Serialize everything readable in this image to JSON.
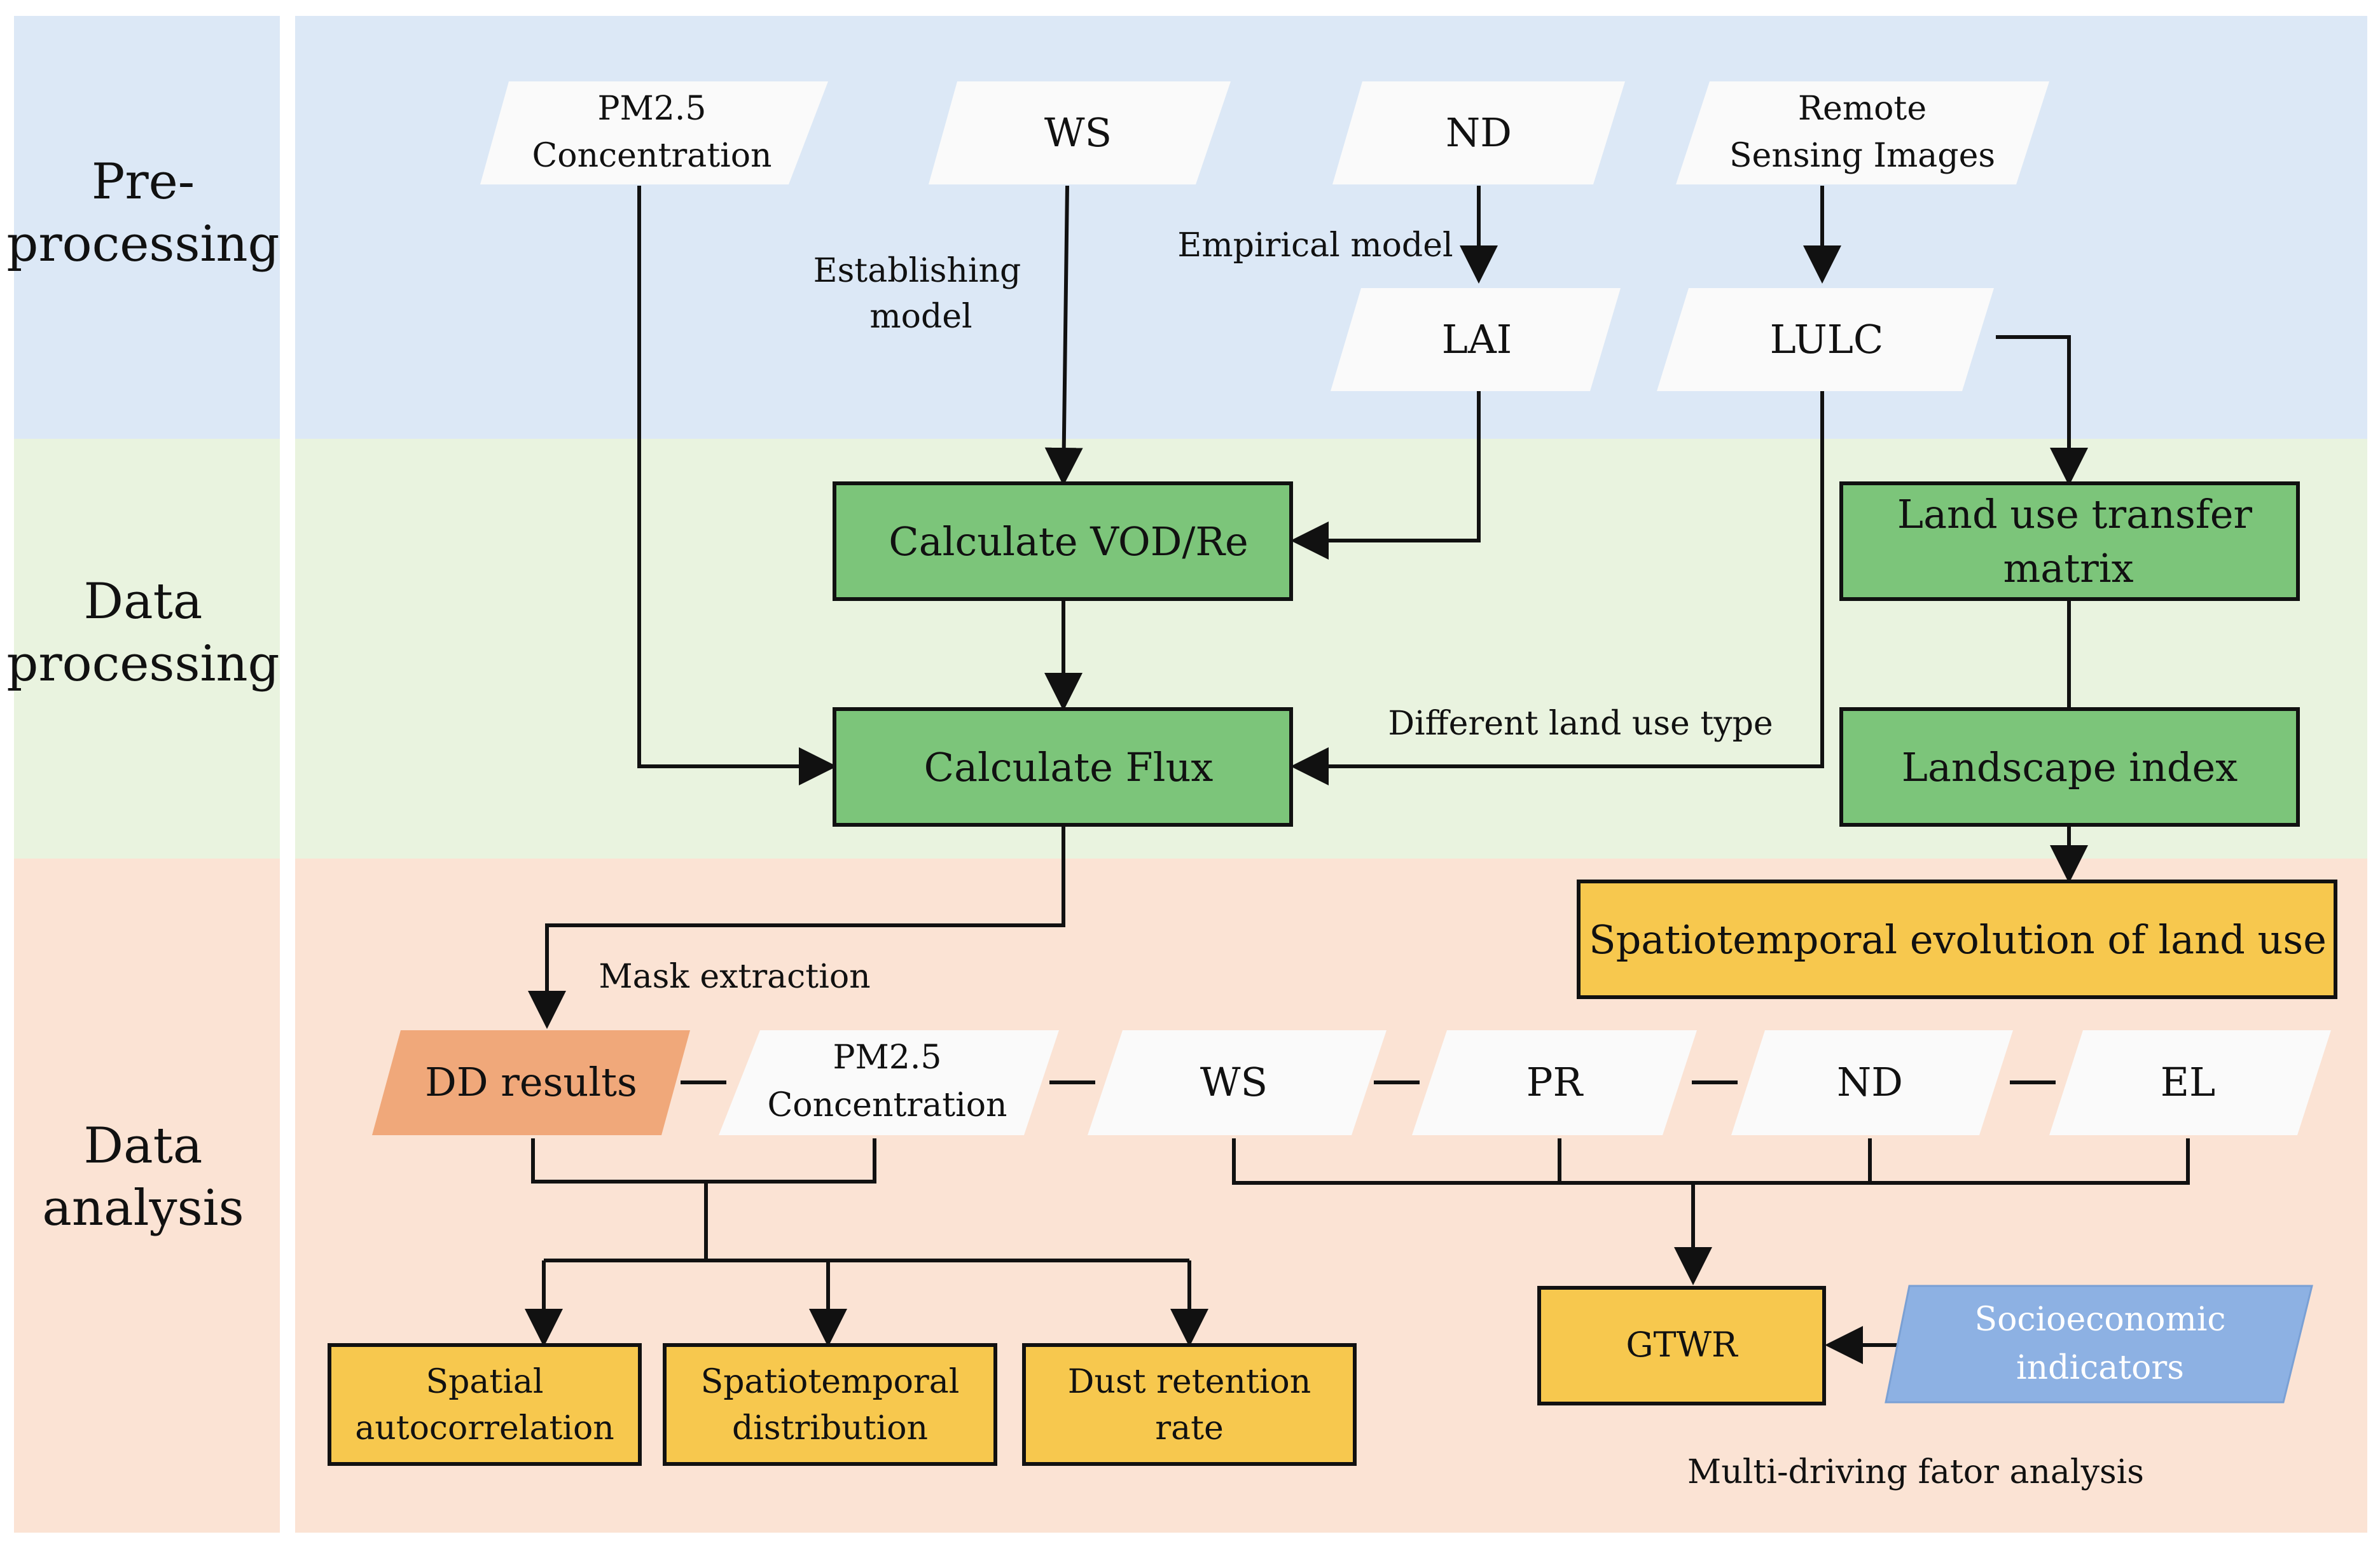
{
  "stages": {
    "pre": [
      "Pre-",
      "processing"
    ],
    "proc": [
      "Data",
      "processing"
    ],
    "ana": [
      "Data",
      "analysis"
    ]
  },
  "colors": {
    "pre_band": "#dce8f6",
    "proc_band": "#e9f3df",
    "ana_band": "#fbe3d4",
    "green_box": "#7cc57a",
    "yellow_box": "#f7c84e",
    "orange_para": "#f0a87a",
    "blue_para": "#8db1e3",
    "input_para": "#fafafa",
    "stroke": "#111111"
  },
  "inputs": {
    "pm25": [
      "PM2.5",
      "Concentration"
    ],
    "ws": "WS",
    "nd": "ND",
    "rs": [
      "Remote",
      "Sensing Images"
    ],
    "lai": "LAI",
    "lulc": "LULC"
  },
  "process": {
    "vod": "Calculate VOD/Re",
    "flux": "Calculate Flux",
    "lutm": [
      "Land use transfer",
      "matrix"
    ],
    "landscape": "Landscape index",
    "spatiotemporal_lu": "Spatiotemporal evolution of land use"
  },
  "analysis": {
    "dd": "DD results",
    "pm25": [
      "PM2.5",
      "Concentration"
    ],
    "ws": "WS",
    "pr": "PR",
    "nd": "ND",
    "el": "EL",
    "spatial": [
      "Spatial",
      "autocorrelation"
    ],
    "spatiotemporal": [
      "Spatiotemporal",
      "distribution"
    ],
    "dust": [
      "Dust retention",
      "rate"
    ],
    "gtwr": "GTWR",
    "socio": [
      "Socioeconomic",
      "indicators"
    ]
  },
  "labels": {
    "establishing": [
      "Establishing",
      "model"
    ],
    "empirical": "Empirical model",
    "different_lu": "Different land use type",
    "mask": "Mask extraction",
    "multi_driving": "Multi-driving fator analysis"
  }
}
